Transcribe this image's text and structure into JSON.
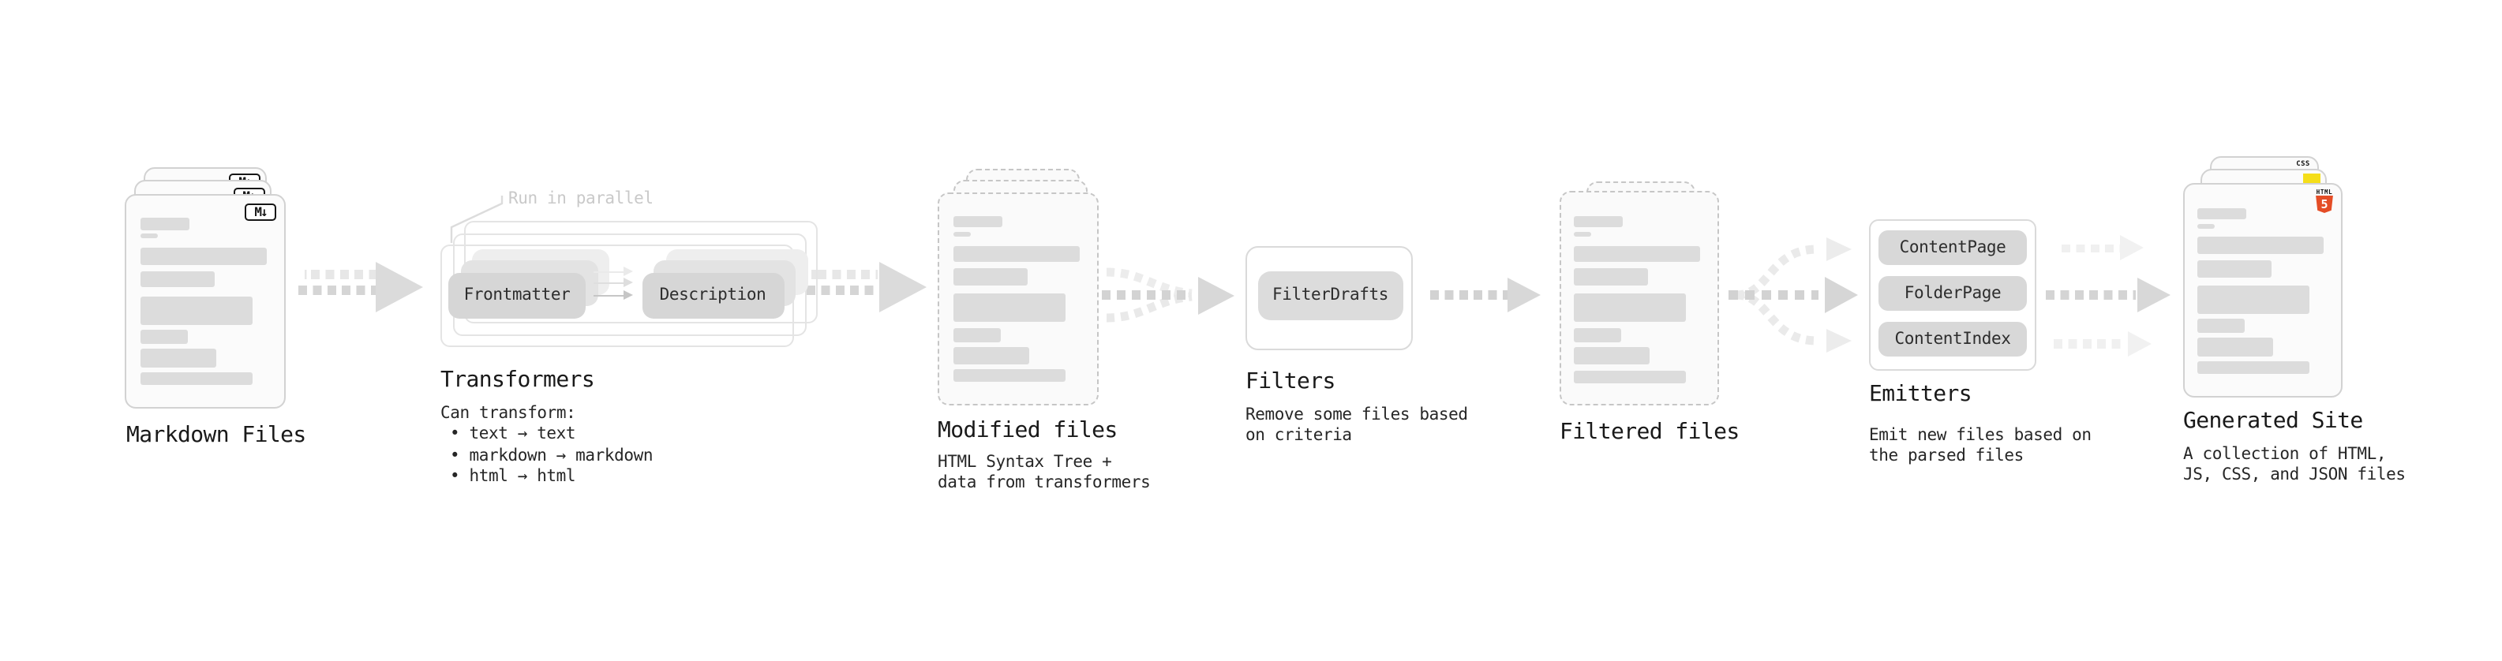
{
  "diagram": {
    "background": "#ffffff",
    "accent_colors": {
      "js_yellow": "#f5de19",
      "css_blue": "#2965f1",
      "html_orange": "#e44d26",
      "arrow_gray": "#d4d4d4"
    },
    "markdown": {
      "title": "Markdown Files",
      "badge": "M↓"
    },
    "transformers": {
      "title": "Transformers",
      "note": "Run in parallel",
      "stage1": "Frontmatter",
      "stage2": "Description",
      "body_heading": "Can transform:",
      "bullets": [
        "• text → text",
        "• markdown → markdown",
        "• html → html"
      ]
    },
    "modified": {
      "title": "Modified files",
      "subtitle_lines": [
        "HTML Syntax Tree +",
        "data from transformers"
      ]
    },
    "filters": {
      "title": "Filters",
      "pill": "FilterDrafts",
      "subtitle_lines": [
        "Remove some files based",
        "on criteria"
      ]
    },
    "filtered": {
      "title": "Filtered files"
    },
    "emitters": {
      "title": "Emitters",
      "pills": [
        "ContentPage",
        "FolderPage",
        "ContentIndex"
      ],
      "subtitle_lines": [
        "Emit new files based on",
        "the parsed files"
      ]
    },
    "generated": {
      "title": "Generated Site",
      "subtitle_lines": [
        "A collection of HTML,",
        "JS, CSS, and JSON files"
      ],
      "css_badge": "CSS",
      "html_badge_top": "HTML",
      "html_badge_number": "5"
    }
  }
}
